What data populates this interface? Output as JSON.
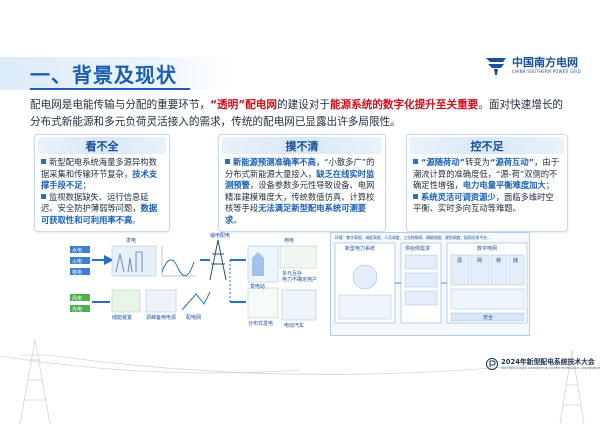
{
  "header": {
    "title": "一、背景及现状",
    "logo": {
      "name_cn": "中国南方电网",
      "name_en": "CHINA SOUTHERN POWER GRID",
      "icon": "csg-logo-icon",
      "color": "#1a4f99"
    }
  },
  "intro": {
    "p1": "配电网是电能传输与分配的重要环节，",
    "p2": "“透明”配电网",
    "p3": "的建设对于",
    "p4": "能源系统的数字化提升至关重要",
    "p5": "。面对快速增长的分布式新能源和多元负荷灵活接入的需求，传统的配电网已显露出许多局限性。"
  },
  "cards": [
    {
      "title": "看不全",
      "bullets": [
        {
          "parts": [
            "新型配电系统海量多源异构数据采集和传输环节复杂，",
            "技术支撑手段不足",
            "；"
          ]
        },
        {
          "parts": [
            "监视数据缺失、运行信息延迟、安全防护薄弱等问题，",
            "数据可获取性和可利用率不高",
            "。"
          ]
        }
      ]
    },
    {
      "title": "摸不清",
      "bullets": [
        {
          "parts": [
            "新能源预测准确率不高",
            "，“小散多广”的分布式新能源大量接入，",
            "缺乏在线实时监测预警",
            "，设备参数多元性导致设备、电网精准建模难度大，传统数值仿真、计算校核等手段",
            "无法满足新型配电系统可测要求",
            "。"
          ]
        }
      ]
    },
    {
      "title": "控不足",
      "bullets": [
        {
          "parts": [
            "“源随荷动”",
            "转变为",
            "“源荷互动”",
            "，由于潮流计算的准确度低，“源-荷”双侧的不确定性增强，",
            "电力电量平衡难度加大",
            "；"
          ]
        },
        {
          "parts": [
            "系统灵活可调资源少",
            "，面临多维时空平衡、实时多向互动等难题。"
          ]
        }
      ]
    }
  ],
  "diagram_left": {
    "labels": {
      "hydro": "水电",
      "thermal": "火电",
      "nuclear": "核电",
      "wind": "风电",
      "solar": "光电",
      "gen": "发电",
      "trans": "输电",
      "dist": "配电",
      "use": "用电",
      "storage": "储能装置",
      "reserve": "调峰备用电源",
      "dn": "配电网",
      "sub": "变电站",
      "multi": "多元互补",
      "user": "电力不确定用户",
      "dg": "分布式发电",
      "ev": "电动汽车"
    }
  },
  "diagram_right": {
    "top_text": "环境：数字高频、调度高频、人员调度、工业物联网、精细调度、规划调度、配网交易平台…",
    "center_label": "数字电网",
    "left_label": "新型电力系统",
    "mid_label": "供给侧需求",
    "bottom_label": "安全",
    "blocks": [
      "源",
      "网",
      "荷",
      "储"
    ]
  },
  "footer": {
    "conference_cn": "2024年新型配电系统技术大会",
    "conference_en": "2024 NEW POWER DISTRIBUTION SYSTEM TECHNOLOGY CONFERENCE"
  },
  "colors": {
    "accent": "#1a5fb4",
    "highlight": "#d0101b",
    "card_border": "#c9dcef"
  }
}
